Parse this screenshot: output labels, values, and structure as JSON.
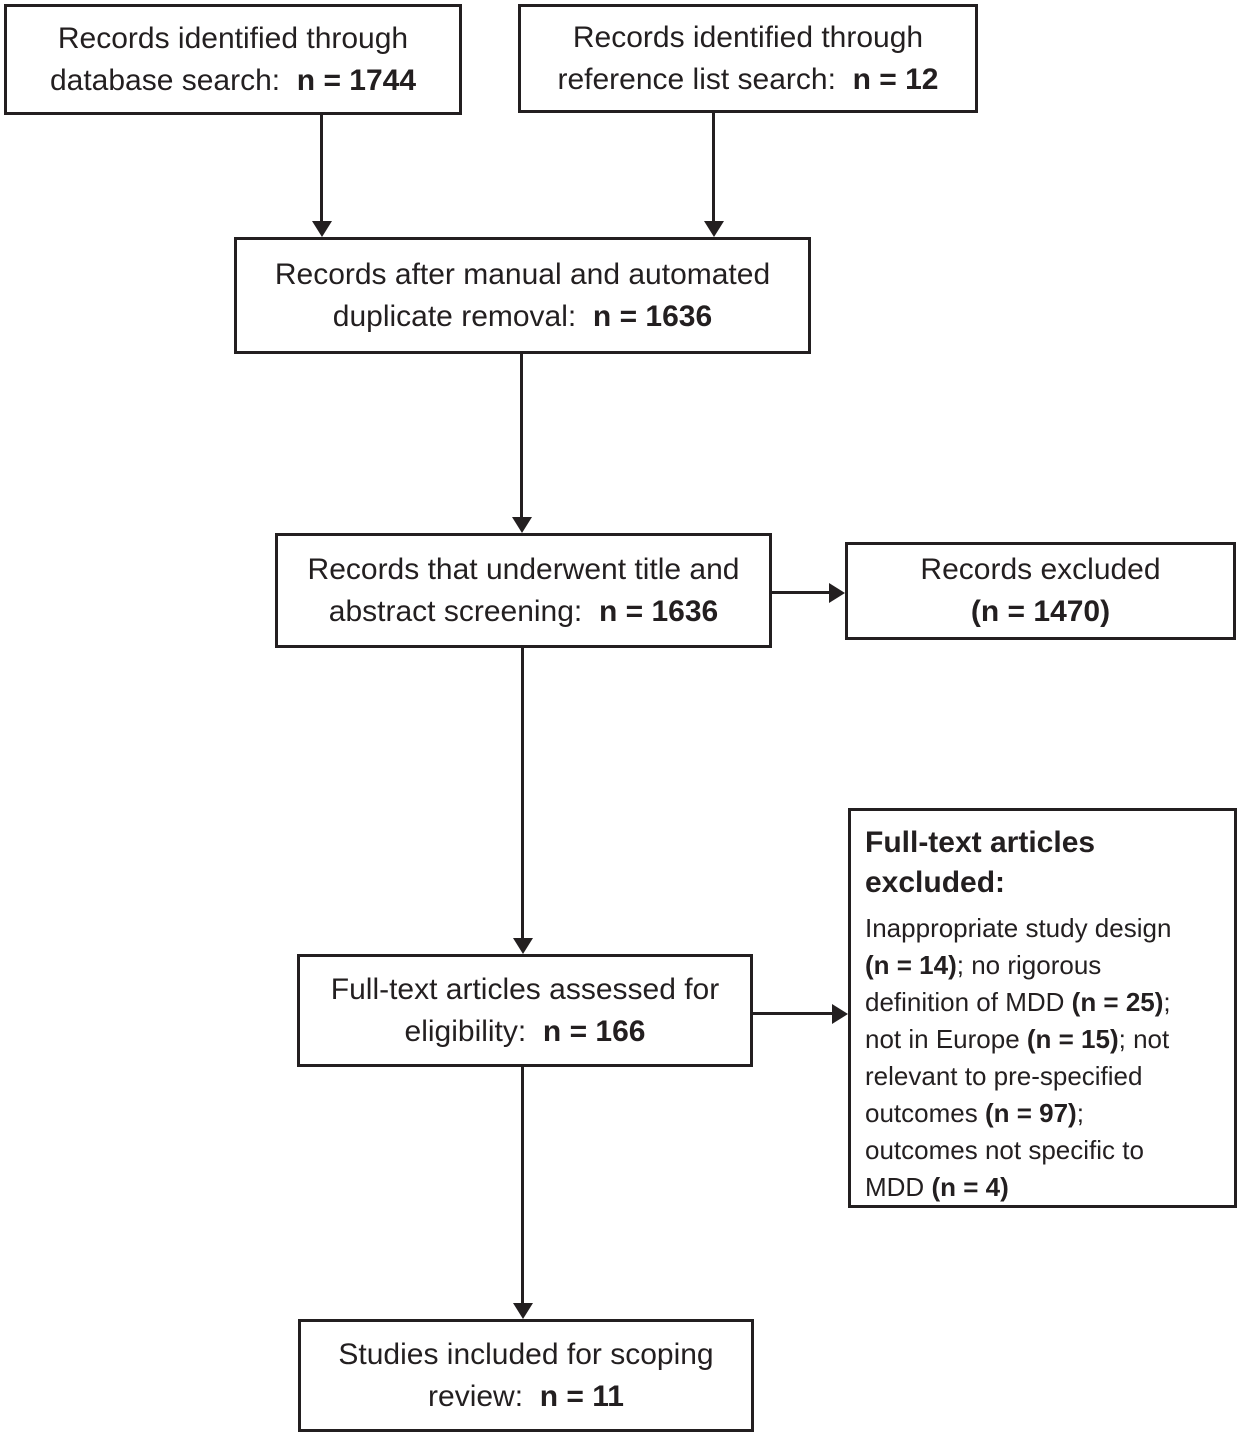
{
  "figure": {
    "colors": {
      "ink": "#231f20",
      "bg": "#ffffff"
    },
    "boxes": {
      "identified_database": {
        "lines": [
          [
            {
              "t": "Records identified through"
            }
          ],
          [
            {
              "t": "database search:  "
            },
            {
              "t": "n = 1744",
              "b": 1
            }
          ]
        ]
      },
      "identified_reference": {
        "lines": [
          [
            {
              "t": "Records identified through"
            }
          ],
          [
            {
              "t": "reference list search:  "
            },
            {
              "t": "n = 12",
              "b": 1
            }
          ]
        ]
      },
      "duplicate_removal": {
        "lines": [
          [
            {
              "t": "Records after manual and automated"
            }
          ],
          [
            {
              "t": "duplicate removal:  "
            },
            {
              "t": "n = 1636",
              "b": 1
            }
          ]
        ]
      },
      "title_abstract_screening": {
        "lines": [
          [
            {
              "t": "Records that underwent title and"
            }
          ],
          [
            {
              "t": "abstract screening:  "
            },
            {
              "t": "n = 1636",
              "b": 1
            }
          ]
        ]
      },
      "records_excluded": {
        "lines": [
          [
            {
              "t": "Records excluded"
            }
          ],
          [
            {
              "t": "(n = 1470)",
              "b": 1
            }
          ]
        ]
      },
      "fulltext_assessed": {
        "lines": [
          [
            {
              "t": "Full-text articles assessed for"
            }
          ],
          [
            {
              "t": "eligibility:  "
            },
            {
              "t": "n = 166",
              "b": 1
            }
          ]
        ]
      },
      "fulltext_excluded": {
        "heading_lines": [
          [
            {
              "t": "Full-text articles",
              "b": 1
            }
          ],
          [
            {
              "t": "excluded:",
              "b": 1
            }
          ]
        ],
        "body_lines": [
          [
            {
              "t": "Inappropriate study design"
            }
          ],
          [
            {
              "t": "(n = 14)",
              "b": 1
            },
            {
              "t": "; no rigorous"
            }
          ],
          [
            {
              "t": "definition of MDD "
            },
            {
              "t": "(n = 25)",
              "b": 1
            },
            {
              "t": ";"
            }
          ],
          [
            {
              "t": "not in Europe "
            },
            {
              "t": "(n = 15)",
              "b": 1
            },
            {
              "t": "; not"
            }
          ],
          [
            {
              "t": "relevant to pre-specified"
            }
          ],
          [
            {
              "t": "outcomes "
            },
            {
              "t": "(n = 97)",
              "b": 1
            },
            {
              "t": ";"
            }
          ],
          [
            {
              "t": "outcomes not specific to"
            }
          ],
          [
            {
              "t": "MDD "
            },
            {
              "t": "(n = 4)",
              "b": 1
            }
          ]
        ]
      },
      "studies_included": {
        "lines": [
          [
            {
              "t": "Studies included for scoping"
            }
          ],
          [
            {
              "t": "review:  "
            },
            {
              "t": "n = 11",
              "b": 1
            }
          ]
        ]
      }
    }
  }
}
